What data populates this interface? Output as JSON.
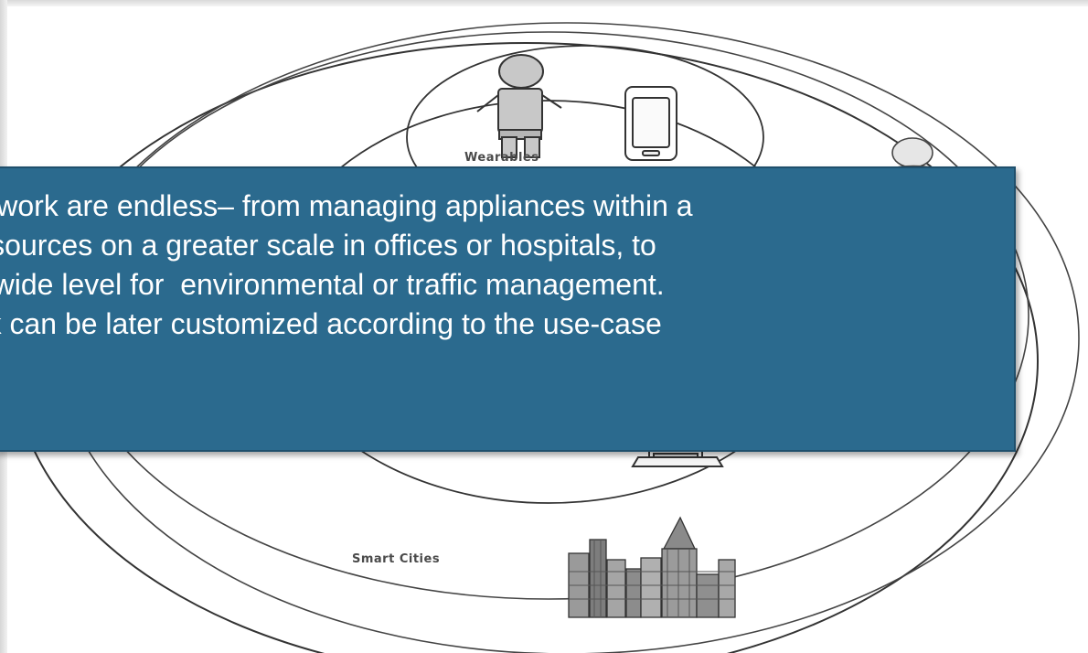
{
  "diagram": {
    "labels": {
      "wearables": "Wearables",
      "smart_cities": "Smart Cities"
    },
    "icons": [
      "person-icon",
      "smartphone-icon",
      "person-icon",
      "laptop-icon",
      "city-buildings-icon"
    ]
  },
  "callout": {
    "lines": [
      "amework are endless– from managing appliances within a",
      "g resources on a greater scale in offices or hospitals, to",
      "city-wide level for  environmental or traffic management.",
      "work can be later customized according to the use-case"
    ]
  },
  "colors": {
    "callout_fill": "#2b6a8e",
    "callout_border": "#1f4f6c",
    "callout_text": "#ffffff",
    "diagram_stroke": "#333333"
  }
}
